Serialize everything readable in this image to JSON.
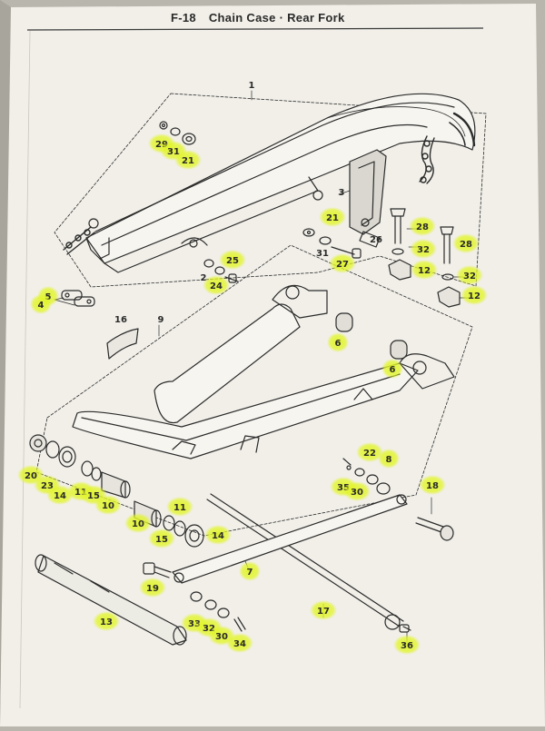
{
  "page": {
    "code": "F-18",
    "title": "Chain Case · Rear Fork"
  },
  "colors": {
    "paper": "#f1efe8",
    "ink": "#2b2b2b",
    "highlight": "#e2f52a"
  },
  "callouts": [
    {
      "id": "c1",
      "label": "1",
      "highlighted": false
    },
    {
      "id": "c29",
      "label": "29",
      "highlighted": true
    },
    {
      "id": "c31a",
      "label": "31",
      "highlighted": true
    },
    {
      "id": "c21a",
      "label": "21",
      "highlighted": true
    },
    {
      "id": "c3",
      "label": "3",
      "highlighted": false
    },
    {
      "id": "c21b",
      "label": "21",
      "highlighted": true
    },
    {
      "id": "c26",
      "label": "26",
      "highlighted": false
    },
    {
      "id": "c28a",
      "label": "28",
      "highlighted": true
    },
    {
      "id": "c28b",
      "label": "28",
      "highlighted": true
    },
    {
      "id": "c31b",
      "label": "31",
      "highlighted": false
    },
    {
      "id": "c27",
      "label": "27",
      "highlighted": true
    },
    {
      "id": "c32a",
      "label": "32",
      "highlighted": true
    },
    {
      "id": "c12a",
      "label": "12",
      "highlighted": true
    },
    {
      "id": "c32b",
      "label": "32",
      "highlighted": true
    },
    {
      "id": "c12b",
      "label": "12",
      "highlighted": true
    },
    {
      "id": "c2",
      "label": "2",
      "highlighted": false
    },
    {
      "id": "c24",
      "label": "24",
      "highlighted": true
    },
    {
      "id": "c25",
      "label": "25",
      "highlighted": true
    },
    {
      "id": "c5",
      "label": "5",
      "highlighted": true
    },
    {
      "id": "c4",
      "label": "4",
      "highlighted": true
    },
    {
      "id": "c16",
      "label": "16",
      "highlighted": false
    },
    {
      "id": "c9",
      "label": "9",
      "highlighted": false
    },
    {
      "id": "c6a",
      "label": "6",
      "highlighted": true
    },
    {
      "id": "c6b",
      "label": "6",
      "highlighted": true
    },
    {
      "id": "c20",
      "label": "20",
      "highlighted": true
    },
    {
      "id": "c23",
      "label": "23",
      "highlighted": true
    },
    {
      "id": "c14a",
      "label": "14",
      "highlighted": true
    },
    {
      "id": "c11a",
      "label": "11",
      "highlighted": true
    },
    {
      "id": "c15a",
      "label": "15",
      "highlighted": true
    },
    {
      "id": "c10a",
      "label": "10",
      "highlighted": true
    },
    {
      "id": "c10b",
      "label": "10",
      "highlighted": true
    },
    {
      "id": "c11b",
      "label": "11",
      "highlighted": true
    },
    {
      "id": "c15b",
      "label": "15",
      "highlighted": true
    },
    {
      "id": "c14b",
      "label": "14",
      "highlighted": true
    },
    {
      "id": "c22",
      "label": "22",
      "highlighted": true
    },
    {
      "id": "c8",
      "label": "8",
      "highlighted": true
    },
    {
      "id": "c35",
      "label": "35",
      "highlighted": true
    },
    {
      "id": "c30a",
      "label": "30",
      "highlighted": true
    },
    {
      "id": "c18",
      "label": "18",
      "highlighted": true
    },
    {
      "id": "c7",
      "label": "7",
      "highlighted": true
    },
    {
      "id": "c19",
      "label": "19",
      "highlighted": true
    },
    {
      "id": "c17",
      "label": "17",
      "highlighted": true
    },
    {
      "id": "c13",
      "label": "13",
      "highlighted": true
    },
    {
      "id": "c33",
      "label": "33",
      "highlighted": true
    },
    {
      "id": "c32c",
      "label": "32",
      "highlighted": true
    },
    {
      "id": "c30b",
      "label": "30",
      "highlighted": true
    },
    {
      "id": "c34",
      "label": "34",
      "highlighted": true
    },
    {
      "id": "c36",
      "label": "36",
      "highlighted": true
    }
  ]
}
